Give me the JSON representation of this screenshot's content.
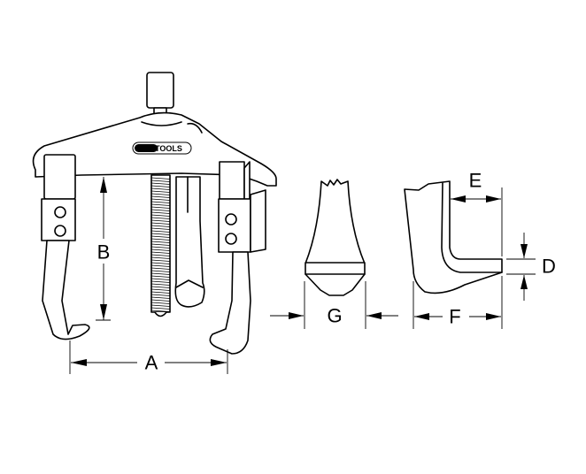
{
  "brand": {
    "logo_text": "KS TOOLS"
  },
  "dimensions": {
    "A": "A",
    "B": "B",
    "D": "D",
    "E": "E",
    "F": "F",
    "G": "G"
  },
  "colors": {
    "line": "#000000",
    "background": "#ffffff"
  }
}
